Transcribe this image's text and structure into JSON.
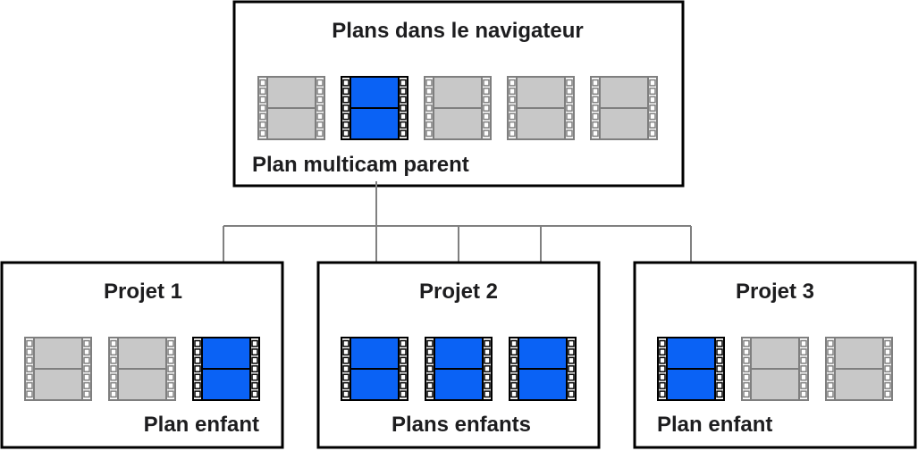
{
  "colors": {
    "border": "#000000",
    "selected_fill": "#0a62f5",
    "unselected_fill": "#c8c8c8",
    "unselected_frame": "#7f7f7f",
    "selected_frame": "#000000",
    "connector": "#808080",
    "text": "#1d1d1f"
  },
  "browser": {
    "title": "Plans dans le navigateur",
    "caption": "Plan multicam parent",
    "clips": [
      false,
      true,
      false,
      false,
      false
    ]
  },
  "projects": [
    {
      "title": "Projet 1",
      "caption": "Plan enfant",
      "clips": [
        false,
        false,
        true
      ]
    },
    {
      "title": "Projet 2",
      "caption": "Plans enfants",
      "clips": [
        true,
        true,
        true
      ]
    },
    {
      "title": "Projet 3",
      "caption": "Plan enfant",
      "clips": [
        true,
        false,
        false
      ]
    }
  ],
  "clip_icon": "film-clip-icon"
}
